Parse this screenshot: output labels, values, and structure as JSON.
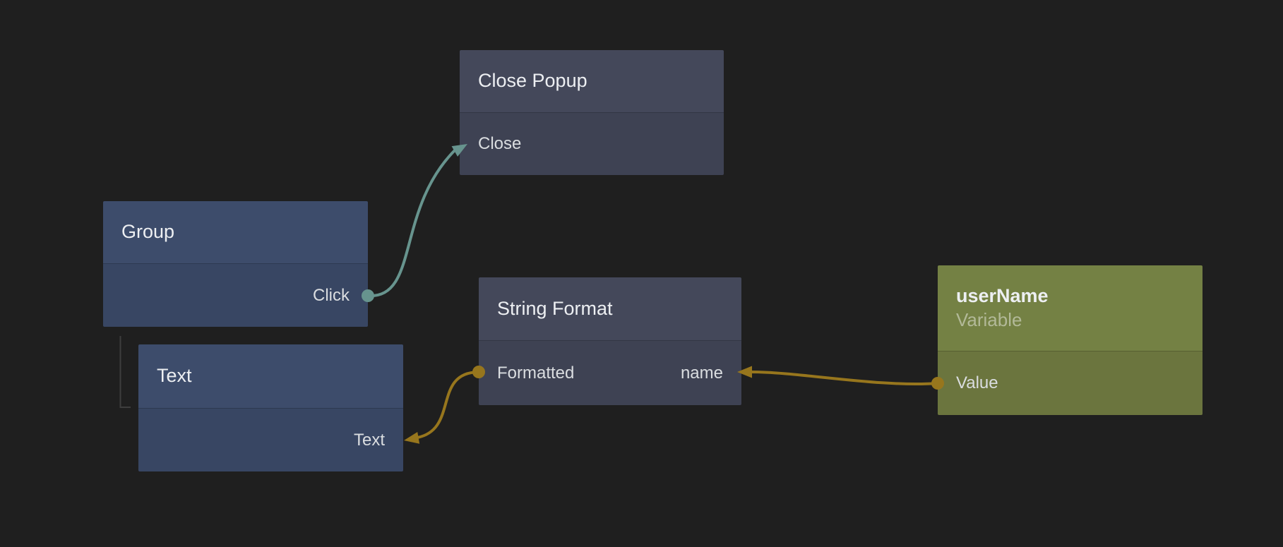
{
  "app": {
    "name": "node-graph-editor-canvas"
  },
  "theme": {
    "bg": "#1F1F1F",
    "node_gray_header": "#44485A",
    "node_gray_body": "#3E4253",
    "node_blue_header": "#3D4C6B",
    "node_blue_body": "#384663",
    "node_olive_header": "#748144",
    "node_olive_body": "#6B753E",
    "edge_teal": "#67948E",
    "edge_gold": "#97761D",
    "tree_line": "#3D3D3D",
    "title_color": "#EDEFF2",
    "port_color": "#DADDE0",
    "subtitle_color": "#B2B998"
  },
  "nodes": {
    "close_popup": {
      "title": "Close Popup",
      "type": "action",
      "ports": [
        {
          "label": "Close",
          "side": "left",
          "direction": "input"
        }
      ]
    },
    "group": {
      "title": "Group",
      "type": "visual",
      "ports": [
        {
          "label": "Click",
          "side": "right",
          "direction": "output"
        }
      ]
    },
    "text": {
      "title": "Text",
      "type": "visual",
      "ports": [
        {
          "label": "Text",
          "side": "right",
          "direction": "input"
        }
      ]
    },
    "string_format": {
      "title": "String Format",
      "type": "logic",
      "ports": [
        {
          "label": "Formatted",
          "side": "left",
          "direction": "output"
        },
        {
          "label": "name",
          "side": "right",
          "direction": "input"
        }
      ]
    },
    "user_name": {
      "title": "userName",
      "subtitle": "Variable",
      "type": "variable",
      "ports": [
        {
          "label": "Value",
          "side": "left",
          "direction": "output"
        }
      ]
    }
  },
  "connections": [
    {
      "from": "Group.Click",
      "to": "Close Popup.Close",
      "color": "#67948E"
    },
    {
      "from": "String Format.Formatted",
      "to": "Text.Text",
      "color": "#97761D"
    },
    {
      "from": "userName.Value",
      "to": "String Format.name",
      "color": "#97761D"
    }
  ],
  "hierarchy": [
    {
      "parent": "Group",
      "child": "Text"
    }
  ]
}
